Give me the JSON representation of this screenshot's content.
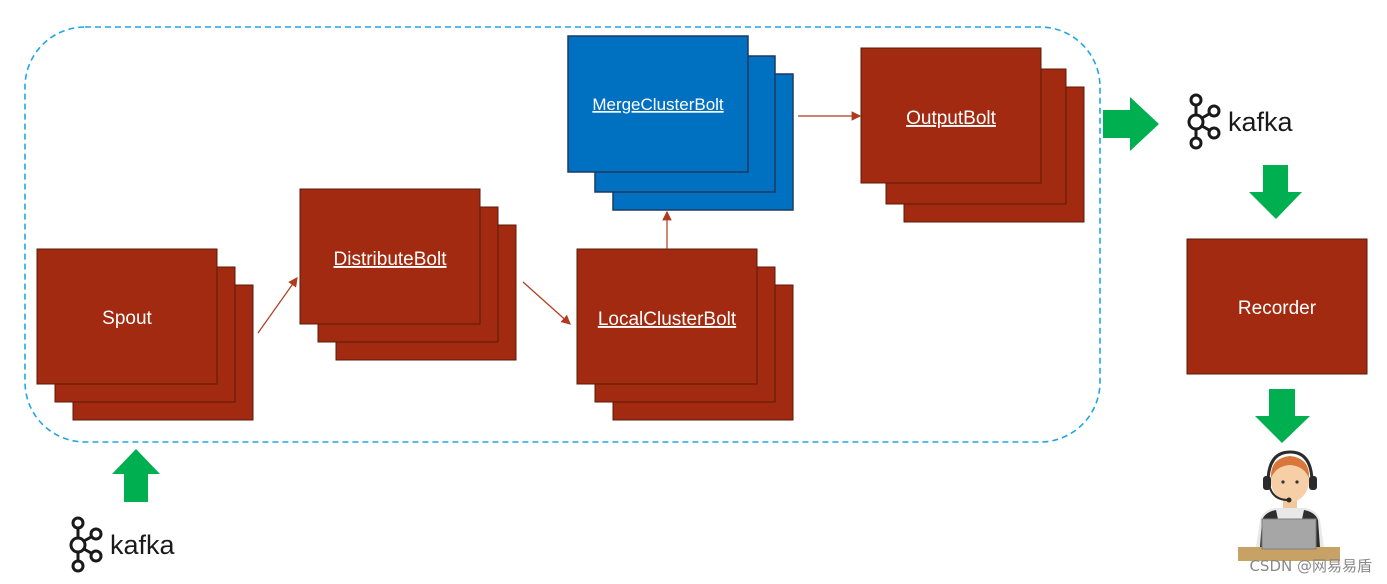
{
  "nodes": {
    "spout": {
      "label": "Spout"
    },
    "distribute_bolt": {
      "label": "DistributeBolt"
    },
    "local_cluster_bolt": {
      "label": "LocalClusterBolt"
    },
    "merge_cluster_bolt": {
      "label": "MergeClusterBolt"
    },
    "output_bolt": {
      "label": "OutputBolt"
    },
    "recorder": {
      "label": "Recorder"
    }
  },
  "kafka": {
    "input_label": "kafka",
    "output_label": "kafka"
  },
  "watermark": "CSDN @网易易盾",
  "colors": {
    "bolt_fill": "#A12A10",
    "merge_fill": "#0070C0",
    "box_border": "#5a1a08",
    "merge_border": "#1f3864",
    "cluster_border": "#1FA7E0",
    "flow_arrow": "#00B050",
    "edge_arrow": "#B03A1E"
  },
  "icons": {
    "kafka_logo": "kafka-logo-icon",
    "operator": "operator-headset-icon"
  }
}
